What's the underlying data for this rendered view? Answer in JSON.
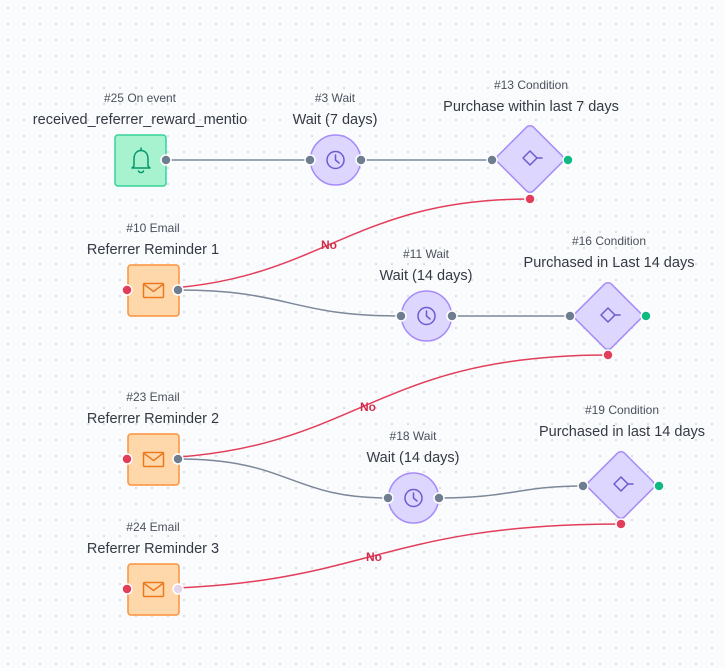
{
  "nodes": {
    "event_25": {
      "id_label": "#25 On event",
      "name": "received_referrer_reward_mentio",
      "icon": "bell-icon"
    },
    "wait_3": {
      "id_label": "#3 Wait",
      "name": "Wait (7 days)",
      "icon": "clock-icon"
    },
    "cond_13": {
      "id_label": "#13 Condition",
      "name": "Purchase within last 7 days",
      "icon": "split-icon"
    },
    "email_10": {
      "id_label": "#10 Email",
      "name": "Referrer Reminder 1",
      "icon": "envelope-icon"
    },
    "wait_11": {
      "id_label": "#11 Wait",
      "name": "Wait (14 days)",
      "icon": "clock-icon"
    },
    "cond_16": {
      "id_label": "#16 Condition",
      "name": "Purchased in Last 14 days",
      "icon": "split-icon"
    },
    "email_23": {
      "id_label": "#23 Email",
      "name": "Referrer Reminder 2",
      "icon": "envelope-icon"
    },
    "wait_18": {
      "id_label": "#18 Wait",
      "name": "Wait (14 days)",
      "icon": "clock-icon"
    },
    "cond_19": {
      "id_label": "#19 Condition",
      "name": "Purchased in last 14 days",
      "icon": "split-icon"
    },
    "email_24": {
      "id_label": "#24 Email",
      "name": "Referrer Reminder 3",
      "icon": "envelope-icon"
    }
  },
  "edges": {
    "no_1": "No",
    "no_2": "No",
    "no_3": "No"
  },
  "colors": {
    "trigger_fill": "#a7f3d0",
    "trigger_stroke": "#34d399",
    "trigger_icon": "#059669",
    "wait_fill": "#ddd6fe",
    "wait_stroke": "#a78bfa",
    "wait_icon": "#6d5bd0",
    "email_fill": "#fed7aa",
    "email_stroke": "#fb923c",
    "email_icon": "#ea7a1e",
    "edge_default": "#7b8899",
    "edge_no": "#e23d5b",
    "port_default": "#6f7d91",
    "port_no": "#e23d5b",
    "port_yes": "#10b981"
  }
}
